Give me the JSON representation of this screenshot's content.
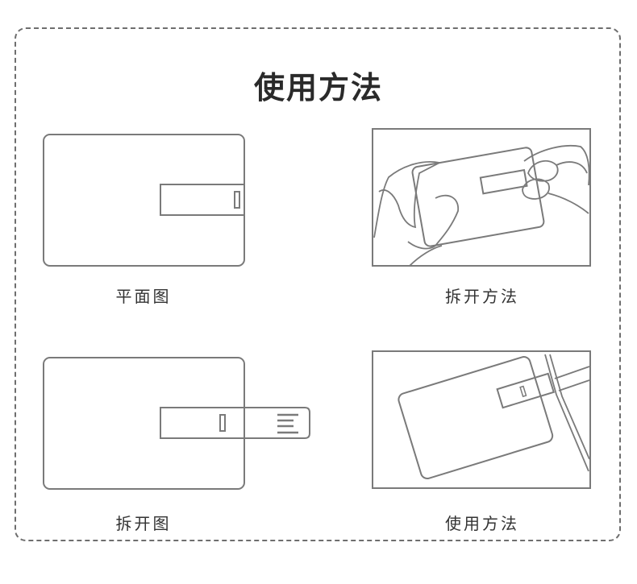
{
  "title": "使用方法",
  "panels": [
    {
      "id": "flat",
      "caption": "平面图"
    },
    {
      "id": "detach",
      "caption": "拆开方法"
    },
    {
      "id": "opened",
      "caption": "拆开图"
    },
    {
      "id": "usage",
      "caption": "使用方法"
    }
  ],
  "colors": {
    "line": "#7a7a7a",
    "frame": "#6e6e6e",
    "text": "#2b2b2b"
  }
}
